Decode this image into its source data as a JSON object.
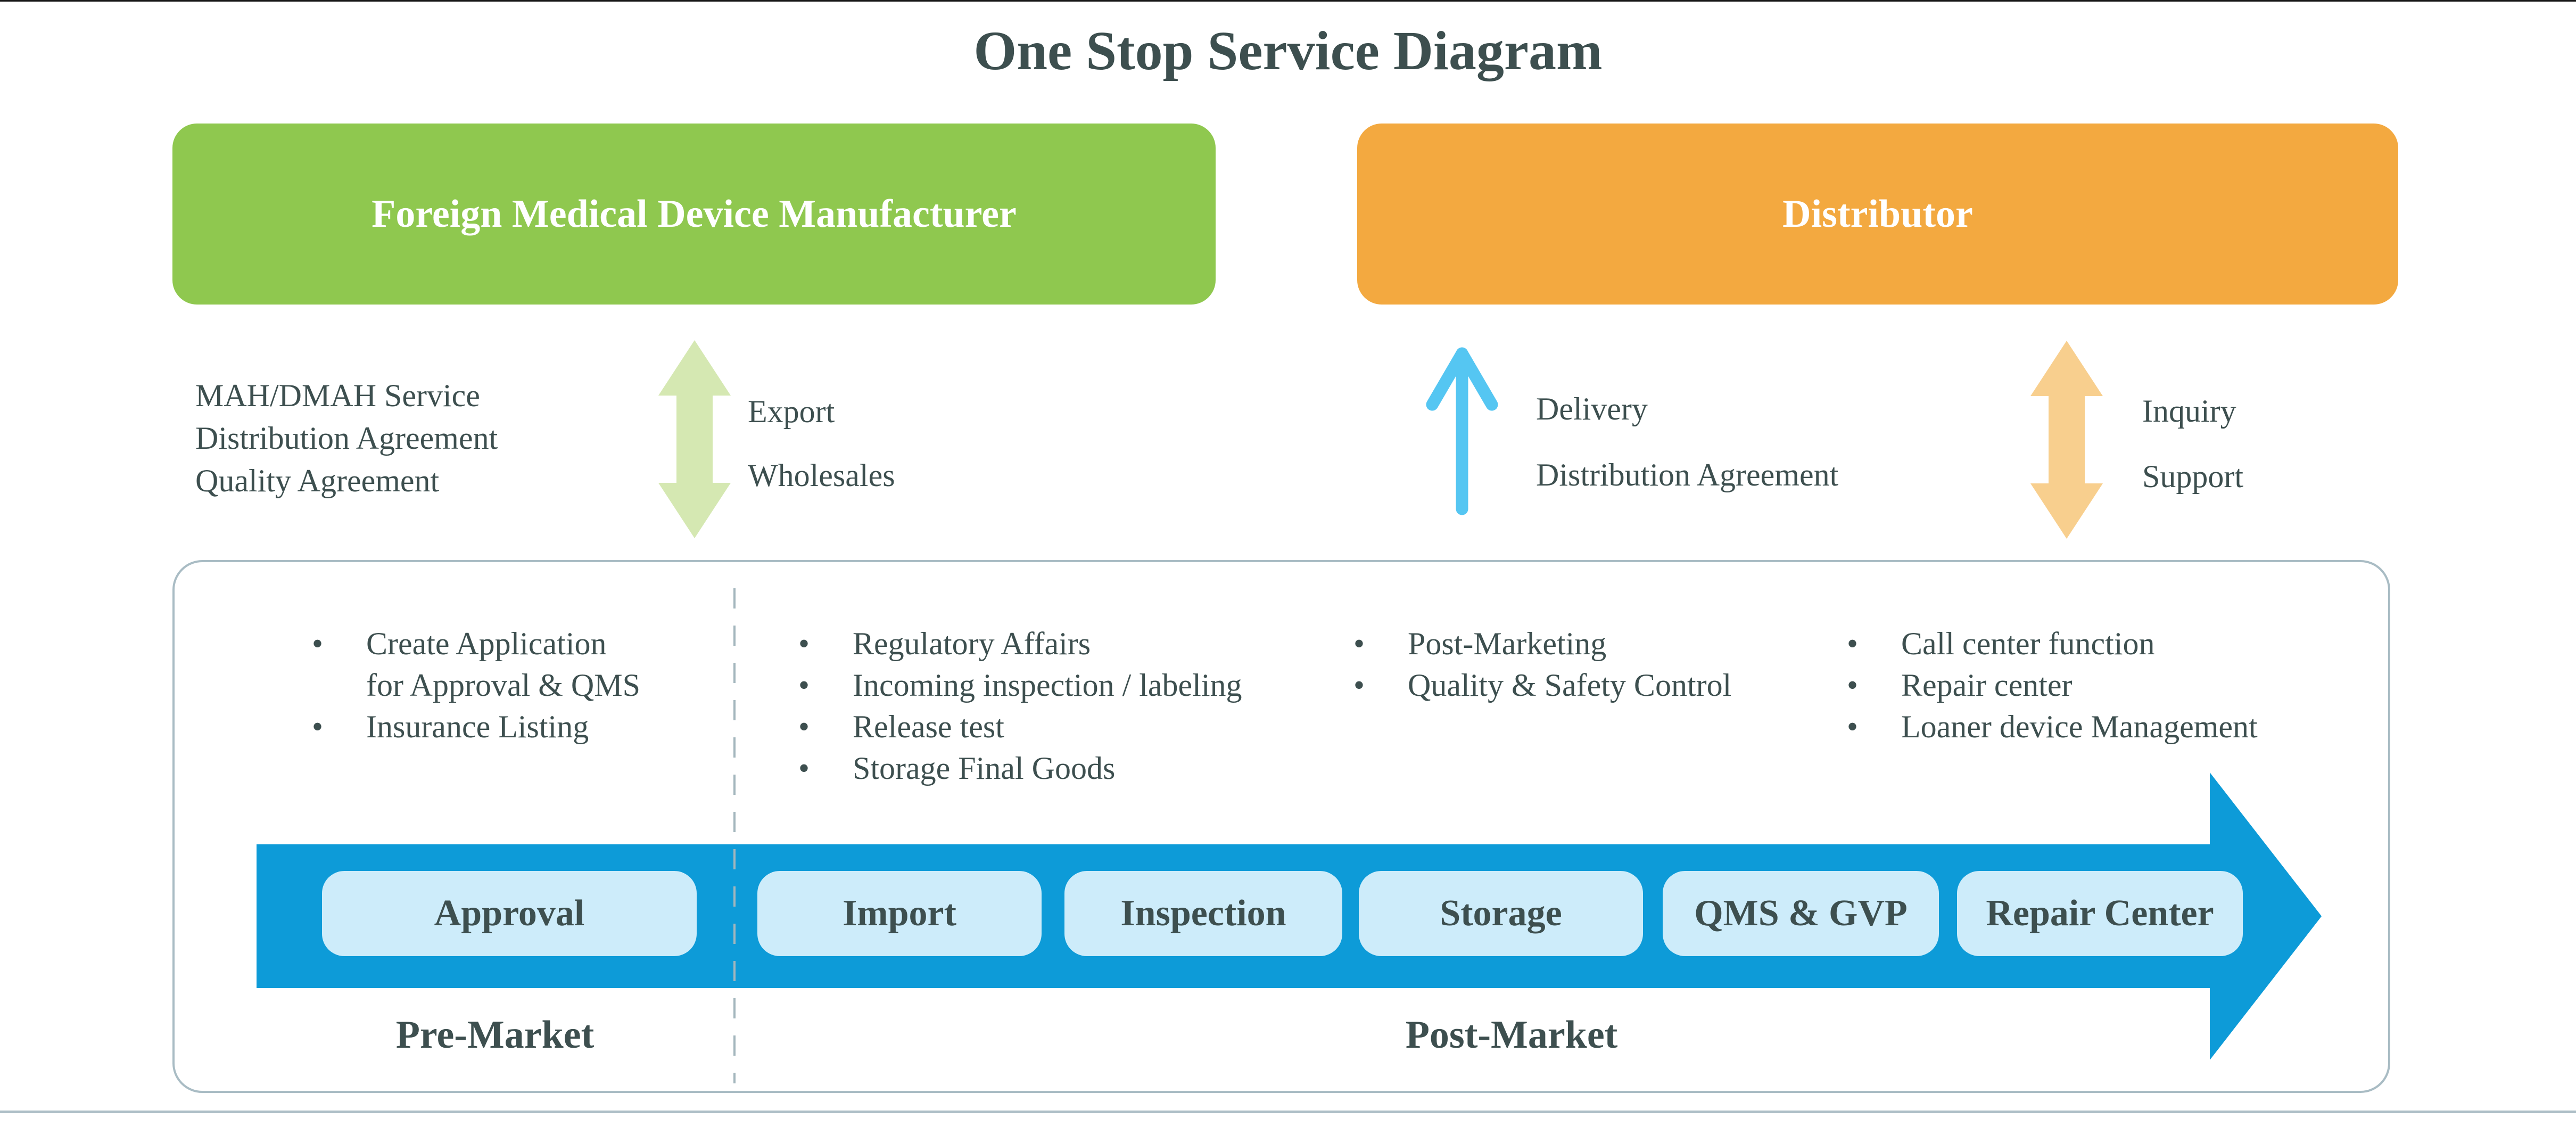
{
  "title": "One Stop Service Diagram",
  "actors": {
    "manufacturer": {
      "label": "Foreign Medical Device Manufacturer"
    },
    "distributor": {
      "label": "Distributor"
    }
  },
  "annotations": {
    "manufacturer_side": {
      "line1": "MAH/DMAH Service",
      "line2": "Distribution Agreement",
      "line3": "Quality Agreement"
    },
    "export_arrow": {
      "label1": "Export",
      "label2": "Wholesales"
    },
    "delivery_arrow": {
      "label1": "Delivery",
      "label2": "Distribution Agreement"
    },
    "inquiry_arrow": {
      "label1": "Inquiry",
      "label2": "Support"
    }
  },
  "process_panel": {
    "columns": [
      {
        "items": [
          "Create Application\nfor Approval & QMS",
          "Insurance Listing"
        ]
      },
      {
        "items": [
          "Regulatory Affairs",
          "Incoming inspection / labeling",
          "Release test",
          "Storage Final Goods"
        ]
      },
      {
        "items": [
          "Post-Marketing",
          "Quality & Safety Control"
        ]
      },
      {
        "items": [
          "Call center function",
          "Repair center",
          "Loaner device Management"
        ]
      }
    ],
    "stages": [
      "Approval",
      "Import",
      "Inspection",
      "Storage",
      "QMS & GVP",
      "Repair Center"
    ],
    "phases": {
      "pre": "Pre-Market",
      "post": "Post-Market"
    }
  },
  "colors": {
    "title_text": "#3d4f4f",
    "manufacturer_box": "#8fc84f",
    "distributor_box": "#f3a940",
    "export_arrow": "#d5e8b2",
    "delivery_arrow": "#55c6f2",
    "inquiry_arrow": "#f8cf8e",
    "process_arrow": "#0d9bd8",
    "stage_pill": "#cdecfa",
    "panel_border": "#a9bcc4",
    "dashed_divider": "#a3b6bd"
  }
}
